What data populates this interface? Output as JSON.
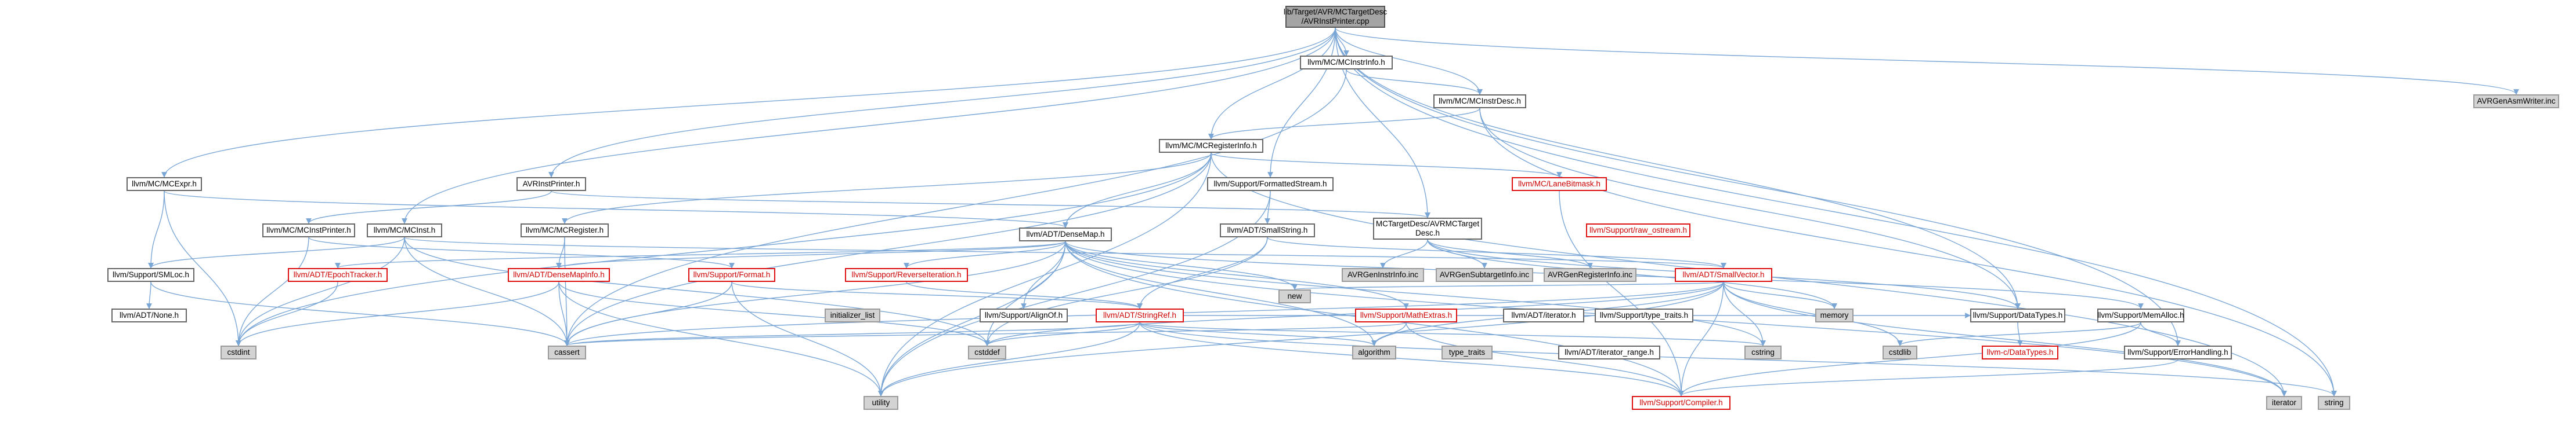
{
  "root": {
    "line1": "lib/Target/AVR/MCTargetDesc",
    "line2": "/AVRInstPrinter.cpp"
  },
  "nodes": {
    "mcinstrinfo": "llvm/MC/MCInstrInfo.h",
    "mcinstrdesc": "llvm/MC/MCInstrDesc.h",
    "avrgenasmwriter": "AVRGenAsmWriter.inc",
    "mcregisterinfo": "llvm/MC/MCRegisterInfo.h",
    "mcexpr": "llvm/MC/MCExpr.h",
    "avrinstprinter": "AVRInstPrinter.h",
    "formattedstream": "llvm/Support/FormattedStream.h",
    "lanebitmask": "llvm/MC/LaneBitmask.h",
    "mcinstprinter": "llvm/MC/MCInstPrinter.h",
    "mcinst": "llvm/MC/MCInst.h",
    "mcregister": "llvm/MC/MCRegister.h",
    "smallstring": "llvm/ADT/SmallString.h",
    "mctargetdesc_l1": "MCTargetDesc/AVRMCTarget",
    "mctargetdesc_l2": "Desc.h",
    "raw_ostream": "llvm/Support/raw_ostream.h",
    "densemap": "llvm/ADT/DenseMap.h",
    "smloc": "llvm/Support/SMLoc.h",
    "epochtracker": "llvm/ADT/EpochTracker.h",
    "densemapinfo": "llvm/ADT/DenseMapInfo.h",
    "format": "llvm/Support/Format.h",
    "reverseiteration": "llvm/Support/ReverseIteration.h",
    "avrgeninstrinfo": "AVRGenInstrInfo.inc",
    "avrgensubtargetinfo": "AVRGenSubtargetInfo.inc",
    "avrgenregisterinfo": "AVRGenRegisterInfo.inc",
    "smallvector": "llvm/ADT/SmallVector.h",
    "adtnone": "llvm/ADT/None.h",
    "initializer_list": "initializer_list",
    "alignof": "llvm/Support/AlignOf.h",
    "stringref": "llvm/ADT/StringRef.h",
    "new": "new",
    "mathextras": "llvm/Support/MathExtras.h",
    "iterator_h": "llvm/ADT/iterator.h",
    "type_traits_h": "llvm/Support/type_traits.h",
    "memory": "memory",
    "datatypes": "llvm/Support/DataTypes.h",
    "memalloc": "llvm/Support/MemAlloc.h",
    "cstdint": "cstdint",
    "cassert": "cassert",
    "cstddef": "cstddef",
    "algorithm": "algorithm",
    "type_traits": "type_traits",
    "iterator_range": "llvm/ADT/iterator_range.h",
    "cstring": "cstring",
    "cstdlib": "cstdlib",
    "cdatatypes": "llvm-c/DataTypes.h",
    "errorhandling": "llvm/Support/ErrorHandling.h",
    "utility": "utility",
    "compiler": "llvm/Support/Compiler.h",
    "iterator": "iterator",
    "string": "string"
  },
  "colors": {
    "edge": "#7aa6d6",
    "edge_dark": "#2c5da8",
    "red_border": "#dd1111",
    "gray_fill": "#d3d3d3",
    "root_fill": "#a4a4a4"
  }
}
